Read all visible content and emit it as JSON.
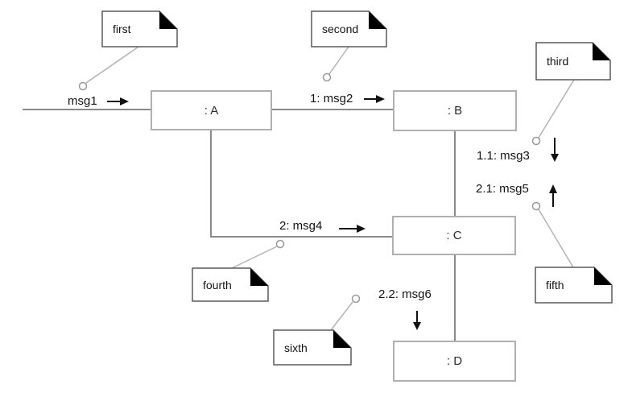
{
  "diagram_type": "uml-collaboration-diagram",
  "objects": [
    {
      "label": ": A"
    },
    {
      "label": ": B"
    },
    {
      "label": ": C"
    },
    {
      "label": ": D"
    }
  ],
  "messages": [
    {
      "label": "msg1",
      "direction": "right"
    },
    {
      "label": "1: msg2",
      "direction": "right"
    },
    {
      "label": "1.1: msg3",
      "direction": "down"
    },
    {
      "label": "2: msg4",
      "direction": "right"
    },
    {
      "label": "2.1: msg5",
      "direction": "up"
    },
    {
      "label": "2.2: msg6",
      "direction": "down"
    }
  ],
  "notes": [
    {
      "label": "first"
    },
    {
      "label": "second"
    },
    {
      "label": "third"
    },
    {
      "label": "fourth"
    },
    {
      "label": "fifth"
    },
    {
      "label": "sixth"
    }
  ],
  "colors": {
    "background": "#ffffff",
    "link_line": "#8a8a8a",
    "object_border": "#b0b0b0",
    "note_border": "#5a5a5a",
    "note_fold": "#000000",
    "note_connector": "#b3b3b3",
    "arrow": "#111111",
    "text": "#141414"
  }
}
